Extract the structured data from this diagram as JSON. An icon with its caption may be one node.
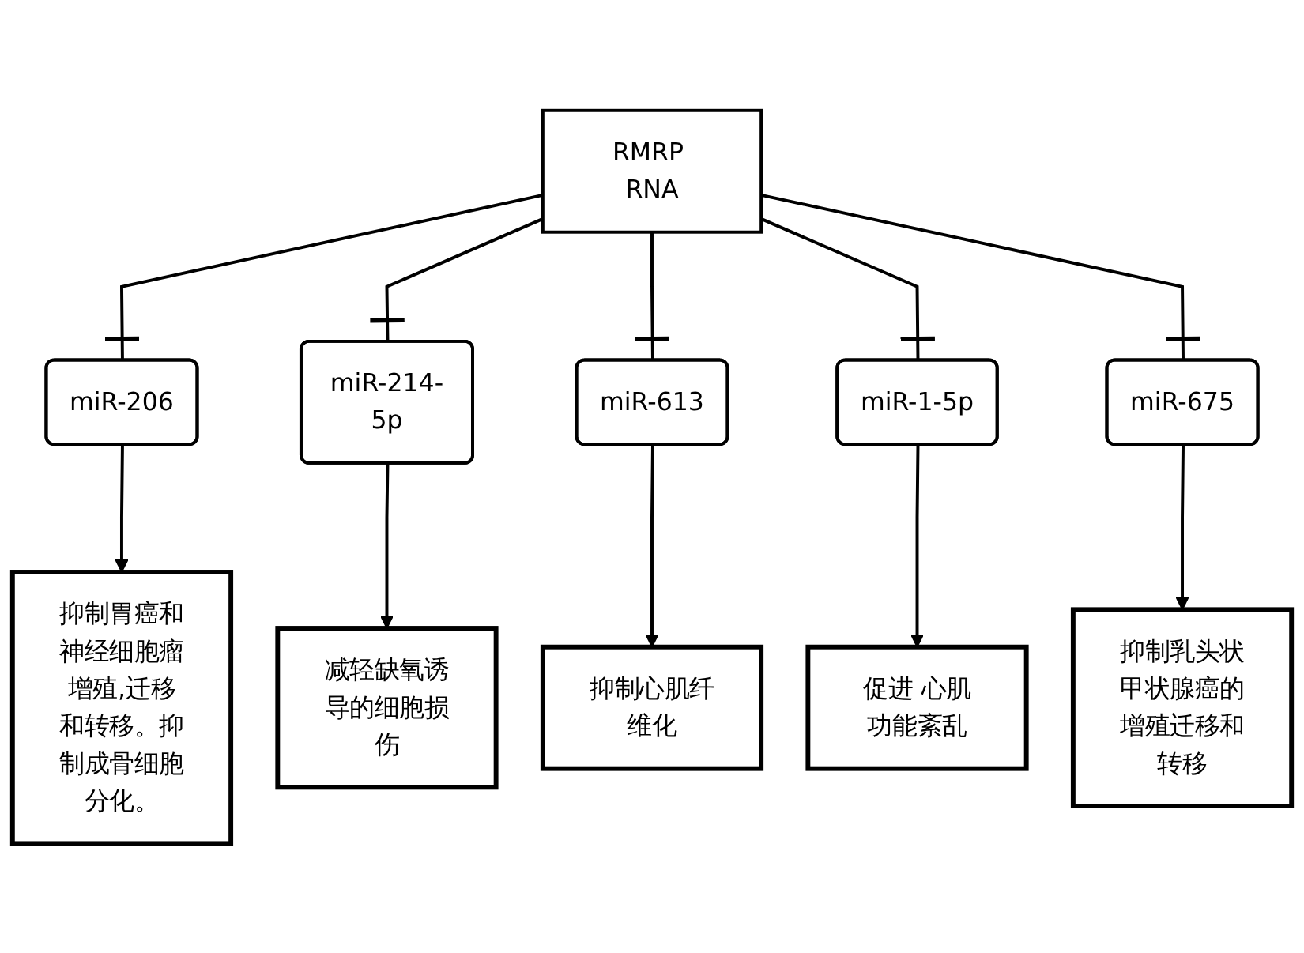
{
  "diagram": {
    "nodes": [
      {
        "text": [
          "RMRP RNA"
        ]
      },
      {
        "text": [
          "miR-206"
        ]
      },
      {
        "text": [
          "miR-214-5p"
        ]
      },
      {
        "text": [
          "miR-613"
        ]
      },
      {
        "text": [
          "miR-1-5p"
        ]
      },
      {
        "text": [
          "miR-675"
        ]
      },
      {
        "text": [
          "抑制胃癌和神经细胞瘤增殖,迁移和转移。抑制成骨细胞分化。"
        ]
      },
      {
        "text": [
          "减轻缺氧诱导的细胞损伤"
        ]
      },
      {
        "text": [
          "抑制心肌纤维化"
        ]
      },
      {
        "text": [
          "促进 心肌功能紊乱"
        ]
      },
      {
        "text": [
          "抑制乳头状甲状腺癌的增殖迁移和转移"
        ]
      }
    ],
    "edges": [
      {
        "from": 0,
        "to": 1,
        "arrow": "other"
      },
      {
        "from": 0,
        "to": 2,
        "arrow": "other"
      },
      {
        "from": 0,
        "to": 3,
        "arrow": "other"
      },
      {
        "from": 0,
        "to": 4,
        "arrow": "other"
      },
      {
        "from": 0,
        "to": 5,
        "arrow": "other"
      },
      {
        "from": 1,
        "to": 6,
        "arrow": "to"
      },
      {
        "from": 2,
        "to": 7,
        "arrow": "to"
      },
      {
        "from": 3,
        "to": 8,
        "arrow": "to"
      },
      {
        "from": 4,
        "to": 9,
        "arrow": "to"
      },
      {
        "from": 5,
        "to": 10,
        "arrow": "to"
      }
    ]
  }
}
